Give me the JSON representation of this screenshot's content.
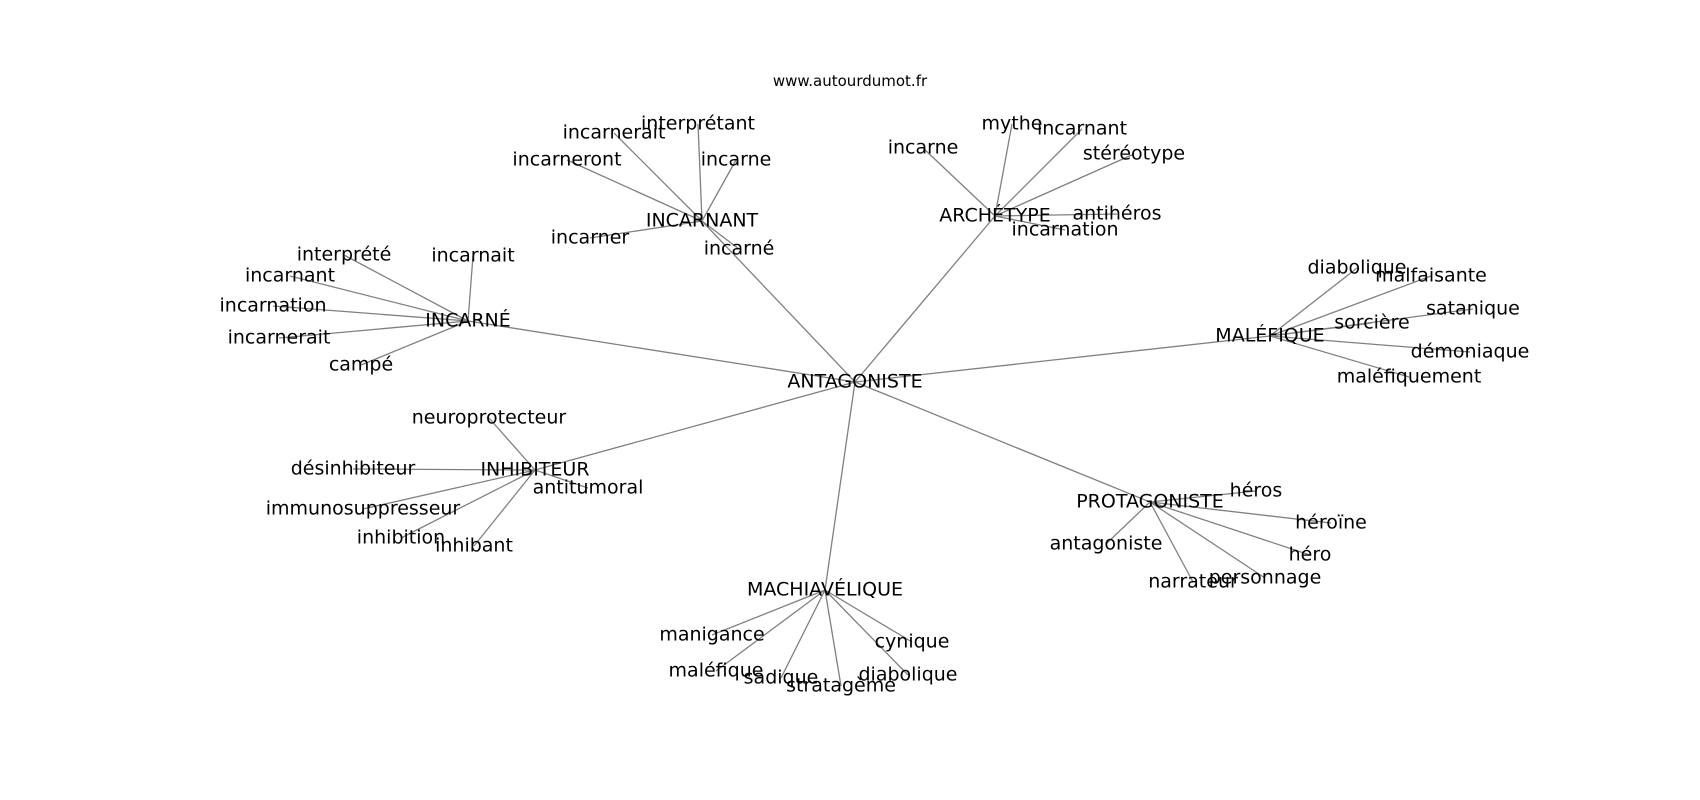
{
  "source": "www.autourdumot.fr",
  "graph": {
    "root": "ANTAGONISTE",
    "hubs": [
      {
        "name": "INCARNANT",
        "children": [
          "interprétant",
          "incarnerait",
          "incarneront",
          "incarne",
          "incarner",
          "incarné"
        ]
      },
      {
        "name": "ARCHÉTYPE",
        "children": [
          "mythe",
          "incarnant",
          "incarne",
          "stéréotype",
          "antihéros",
          "incarnation"
        ]
      },
      {
        "name": "INCARNÉ",
        "children": [
          "interprété",
          "incarnait",
          "incarnant",
          "incarnation",
          "incarnerait",
          "campé"
        ]
      },
      {
        "name": "MALÉFIQUE",
        "children": [
          "diabolique",
          "malfaisante",
          "satanique",
          "sorcière",
          "démoniaque",
          "maléfiquement"
        ]
      },
      {
        "name": "INHIBITEUR",
        "children": [
          "neuroprotecteur",
          "désinhibiteur",
          "antitumoral",
          "immunosuppresseur",
          "inhibition",
          "inhibant"
        ]
      },
      {
        "name": "PROTAGONISTE",
        "children": [
          "héros",
          "héroïne",
          "antagoniste",
          "héro",
          "personnage",
          "narrateur"
        ]
      },
      {
        "name": "MACHIAVÉLIQUE",
        "children": [
          "manigance",
          "cynique",
          "maléfique",
          "diabolique",
          "sadique",
          "stratagème"
        ]
      }
    ]
  }
}
